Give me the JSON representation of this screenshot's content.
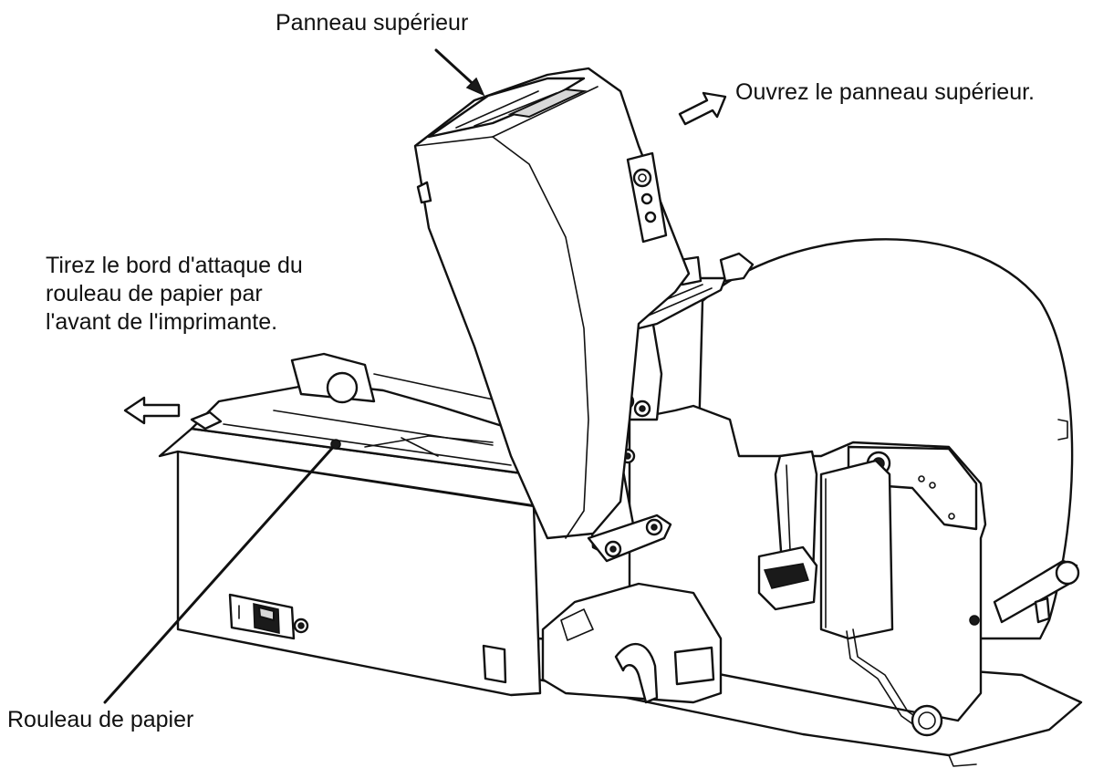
{
  "diagram": {
    "labels": {
      "top_panel": "Panneau supérieur",
      "open_instruction": "Ouvrez le panneau supérieur.",
      "pull_instruction": [
        "Tirez le bord d'attaque du",
        "rouleau de papier par",
        "l'avant de l'imprimante."
      ],
      "paper_roll": "Rouleau de papier"
    },
    "colors": {
      "line": "#111111",
      "background": "#ffffff",
      "shade": "#d8d8d8"
    },
    "icons": [
      "hollow-arrow-right-icon",
      "hollow-arrow-left-icon"
    ]
  }
}
